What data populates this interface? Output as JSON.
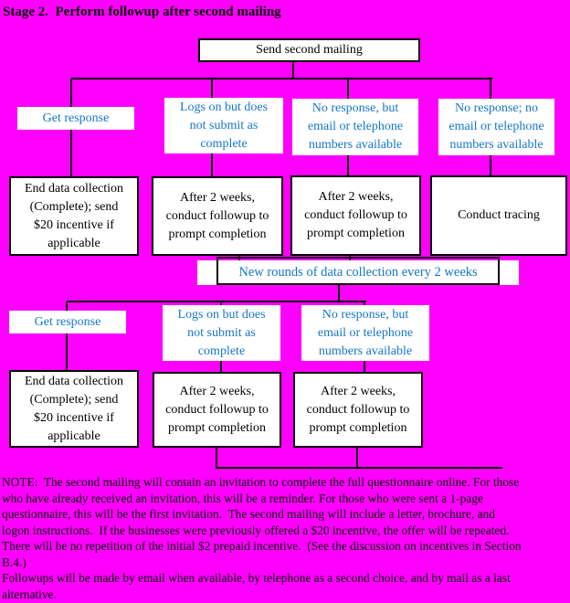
{
  "title": "Stage 2.  Perform followup after second mailing",
  "colors": {
    "background": "#FF00FF",
    "box_fill": "#FFFFFF",
    "box_border": "#000000",
    "blue_label_text": "#1576C8",
    "black_text": "#000000"
  },
  "flowchart": {
    "send_second_mailing": "Send second mailing",
    "round1": {
      "get_response": "Get response",
      "logs_on": "Logs on but does\nnot submit as\ncomplete",
      "no_response_contact": "No response, but\nemail or telephone\nnumbers available",
      "no_response_no_contact": "No response; no\nemail or telephone\nnumbers available",
      "end_data_collection": "End data collection\n(Complete); send\n$20 incentive if\napplicable",
      "followup_a": "After 2 weeks,\nconduct followup to\nprompt completion",
      "followup_b": "After 2 weeks,\nconduct followup to\nprompt completion",
      "conduct_tracing": "Conduct tracing"
    },
    "new_rounds_banner": "New rounds of data collection every 2 weeks",
    "round2": {
      "get_response": "Get response",
      "logs_on": "Logs on but does\nnot submit as\ncomplete",
      "no_response_contact": "No response, but\nemail or telephone\nnumbers available",
      "end_data_collection": "End data collection\n(Complete); send\n$20 incentive if\napplicable",
      "followup_a": "After 2 weeks,\nconduct followup to\nprompt completion",
      "followup_b": "After 2 weeks,\nconduct followup to\nprompt completion"
    }
  },
  "note": {
    "lines": [
      "NOTE:  The second mailing will contain an invitation to complete the full questionnaire online. For those",
      "who have already received an invitation, this will be a reminder. For those who were sent a 1-page",
      "questionnaire, this will be the first invitation.  The second mailing will include a letter, brochure, and",
      "logon instructions.  If the businesses were previously offered a $20 incentive, the offer will be repeated.",
      "There will be no repetition of the initial $2 prepaid incentive.  (See the discussion on incentives in Section",
      "B.4.)",
      "Followups will be made by email when available, by telephone as a second choice, and by mail as a last",
      "alternative."
    ]
  }
}
